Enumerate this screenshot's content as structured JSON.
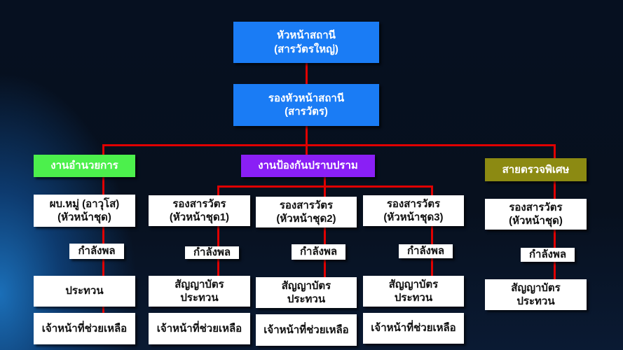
{
  "colors": {
    "line": "#e00000",
    "top": "#1a7cf5",
    "admin": "#4cf04c",
    "prevention": "#8a1ff5",
    "inspection": "#8c8a12"
  },
  "top": {
    "chief": "หัวหน้าสถานี\n(สารวัตรใหญ่)",
    "deputy": "รองหัวหน้าสถานี\n(สารวัตร)"
  },
  "divisions": [
    {
      "name": "งานอำนวยการ",
      "head": "ผบ.หมู่ (อาวุโส)\n(หัวหน้าชุด)",
      "force": "กำลังพล",
      "rank": "ประทวน",
      "helper": "เจ้าหน้าที่ช่วยเหลือ"
    },
    {
      "name": "งานป้องกันปราบปราม",
      "teams": [
        {
          "head": "รองสารวัตร\n(หัวหน้าชุด1)",
          "force": "กำลังพล",
          "rank": "สัญญาบัตร\nประทวน",
          "helper": "เจ้าหน้าที่ช่วยเหลือ"
        },
        {
          "head": "รองสารวัตร\n(หัวหน้าชุด2)",
          "force": "กำลังพล",
          "rank": "สัญญาบัตร\nประทวน",
          "helper": "เจ้าหน้าที่ช่วยเหลือ"
        },
        {
          "head": "รองสารวัตร\n(หัวหน้าชุด3)",
          "force": "กำลังพล",
          "rank": "สัญญาบัตร\nประทวน",
          "helper": "เจ้าหน้าที่ช่วยเหลือ"
        }
      ]
    },
    {
      "name": "สายตรวจพิเศษ",
      "head": "รองสารวัตร\n(หัวหน้าชุด)",
      "force": "กำลังพล",
      "rank": "สัญญาบัตร\nประทวน"
    }
  ]
}
